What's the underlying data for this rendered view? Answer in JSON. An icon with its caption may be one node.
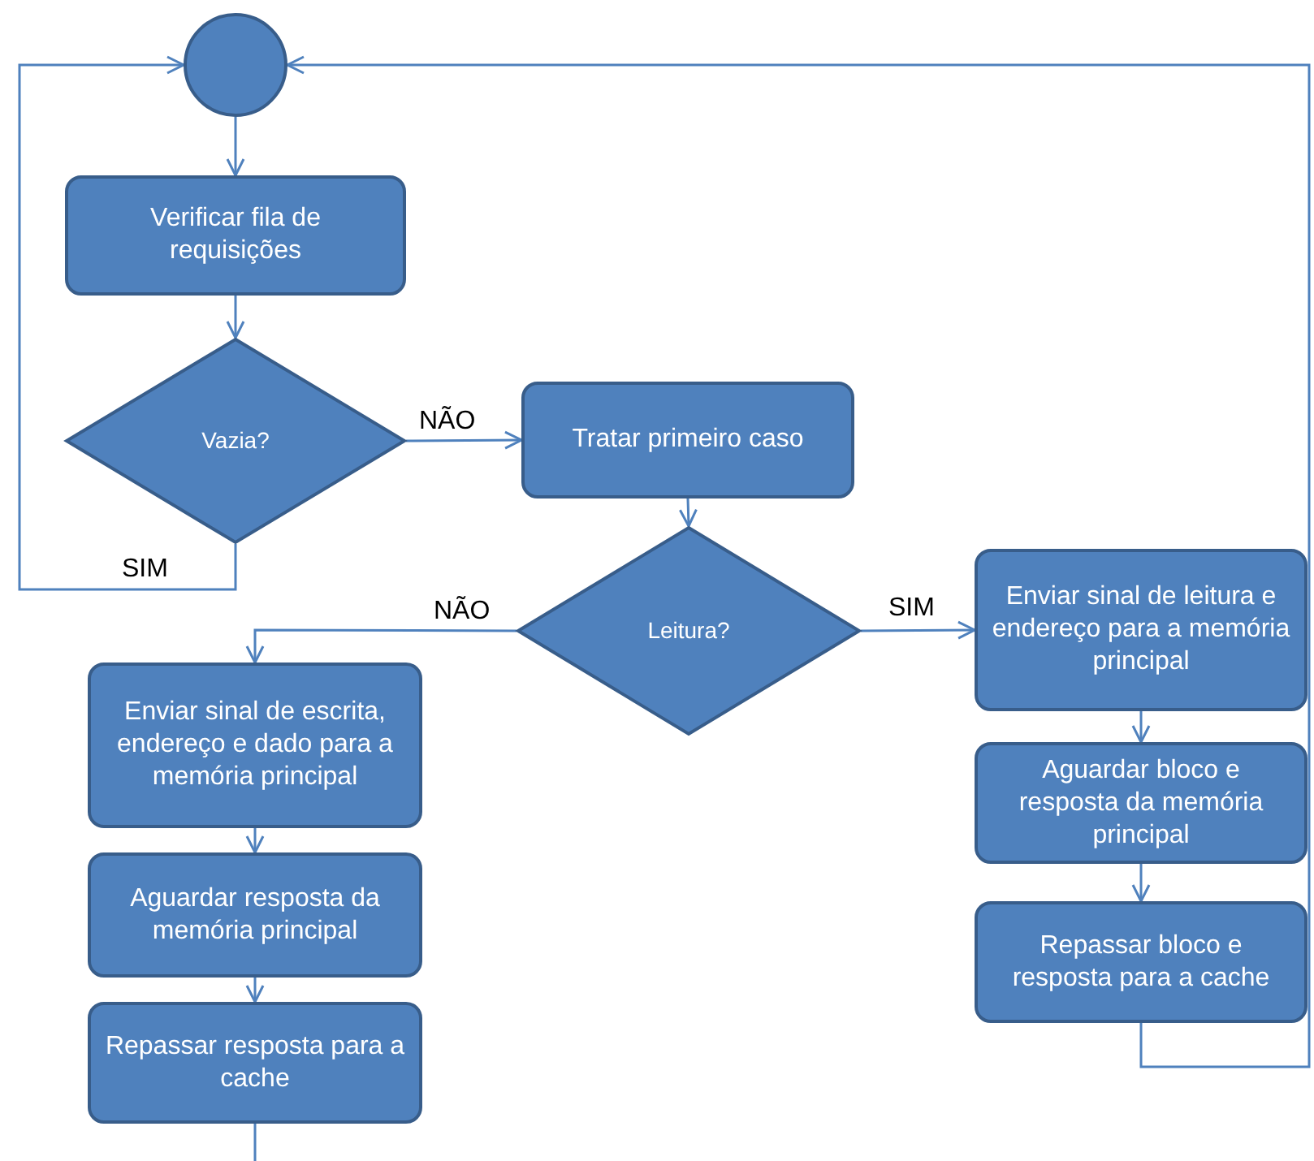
{
  "diagram": {
    "nodes": [
      {
        "text": [],
        "shape": "circle"
      },
      {
        "text": [
          "Verificar fila de requisições"
        ]
      },
      {
        "text": [
          "Vazia?"
        ]
      },
      {
        "text": [
          "Tratar primeiro caso"
        ]
      },
      {
        "text": [
          "Leitura?"
        ]
      },
      {
        "text": [
          "Enviar sinal de leitura e endereço para a memória principal"
        ]
      },
      {
        "text": [
          "Enviar sinal de escrita, endereço e dado para a memória principal"
        ]
      },
      {
        "text": [
          "Aguardar resposta da memória principal"
        ]
      },
      {
        "text": [
          "Repassar resposta para a cache"
        ]
      },
      {
        "text": [
          "Aguardar bloco e resposta da memória principal"
        ]
      },
      {
        "text": [
          "Repassar bloco e resposta para a cache"
        ]
      }
    ],
    "edges": [
      {
        "from": 0,
        "to": 1,
        "arrow": "to"
      },
      {
        "from": 1,
        "to": 2,
        "arrow": "to"
      },
      {
        "from": 2,
        "to": 3,
        "arrow": "to",
        "label": "NÃO"
      },
      {
        "from": 2,
        "to": 0,
        "arrow": "to",
        "label": "SIM"
      },
      {
        "from": 3,
        "to": 4,
        "arrow": "to"
      },
      {
        "from": 4,
        "to": 6,
        "arrow": "to",
        "label": "NÃO"
      },
      {
        "from": 4,
        "to": 5,
        "arrow": "to",
        "label": "SIM"
      },
      {
        "from": 6,
        "to": 7,
        "arrow": "to"
      },
      {
        "from": 7,
        "to": 8,
        "arrow": "to"
      },
      {
        "from": 5,
        "to": 9,
        "arrow": "to"
      },
      {
        "from": 9,
        "to": 10,
        "arrow": "to"
      },
      {
        "from": 10,
        "to": 0,
        "arrow": "to"
      },
      {
        "from": 8,
        "to": null,
        "arrow": "none"
      }
    ]
  }
}
